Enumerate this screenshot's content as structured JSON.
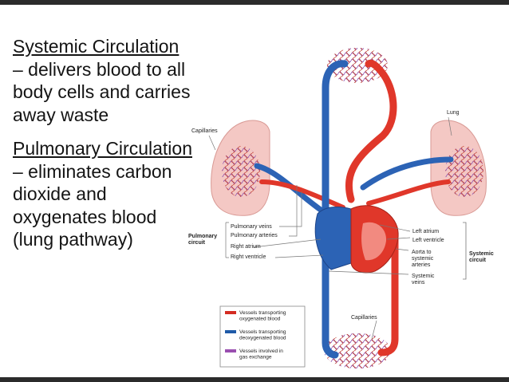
{
  "slide": {
    "systemic": {
      "heading": "Systemic Circulation",
      "text": " – delivers blood to all body cells and carries away waste"
    },
    "pulmonary": {
      "heading": "Pulmonary Circulation",
      "text": " – eliminates carbon dioxide and oxygenates blood (lung pathway)"
    }
  },
  "diagram": {
    "labels": {
      "capillaries_top": "Capillaries",
      "lung": "Lung",
      "capillaries_bottom": "Capillaries",
      "pulmonary_circuit": [
        "Pulmonary",
        "circuit"
      ],
      "systemic_circuit": [
        "Systemic",
        "circuit"
      ],
      "pulmonary_veins": "Pulmonary veins",
      "pulmonary_arteries": "Pulmonary arteries",
      "right_atrium": "Right atrium",
      "right_ventricle": "Right ventricle",
      "left_atrium": "Left atrium",
      "left_ventricle": "Left ventricle",
      "aorta": [
        "Aorta to",
        "systemic",
        "arteries"
      ],
      "systemic_veins": [
        "Systemic",
        "veins"
      ]
    },
    "legend": [
      {
        "color": "#d42c22",
        "lines": [
          "Vessels transporting",
          "oxygenated blood"
        ]
      },
      {
        "color": "#1f5aa8",
        "lines": [
          "Vessels transporting",
          "deoxygenated blood"
        ]
      },
      {
        "color": "#9a4fb0",
        "lines": [
          "Vessels involved in",
          "gas exchange"
        ]
      }
    ],
    "colors": {
      "oxygenated": "#e0372a",
      "deoxygenated": "#2c63b5",
      "gas_exchange": "#a06cc4",
      "lung": "#f2c4c0"
    }
  }
}
